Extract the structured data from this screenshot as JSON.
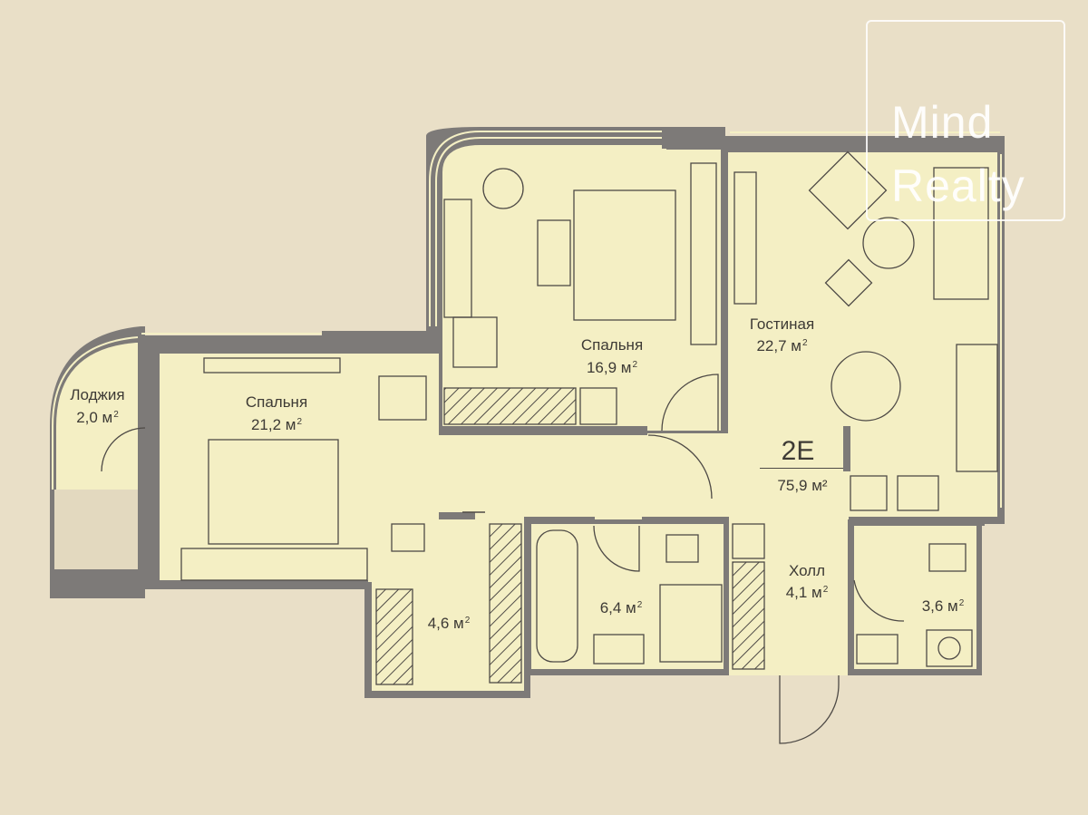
{
  "unit": {
    "code": "2E",
    "total_area": "75,9 м²"
  },
  "rooms": {
    "loggia": {
      "name": "Лоджия",
      "area": "2,0 м",
      "sup": "2"
    },
    "bedroom1": {
      "name": "Спальня",
      "area": "21,2 м",
      "sup": "2"
    },
    "bedroom2": {
      "name": "Спальня",
      "area": "16,9 м",
      "sup": "2"
    },
    "living": {
      "name": "Гостиная",
      "area": "22,7 м",
      "sup": "2"
    },
    "storage": {
      "area": "4,6 м",
      "sup": "2"
    },
    "bathroom": {
      "area": "6,4 м",
      "sup": "2"
    },
    "hall": {
      "name": "Холл",
      "area": "4,1 м",
      "sup": "2"
    },
    "wc": {
      "area": "3,6 м",
      "sup": "2"
    }
  },
  "watermark": {
    "line1": "Mind",
    "line2": "Realty"
  },
  "colors": {
    "background": "#e9dfc7",
    "floor": "#f4efc4",
    "wall": "#7d7a78",
    "line": "#4e4a46"
  }
}
